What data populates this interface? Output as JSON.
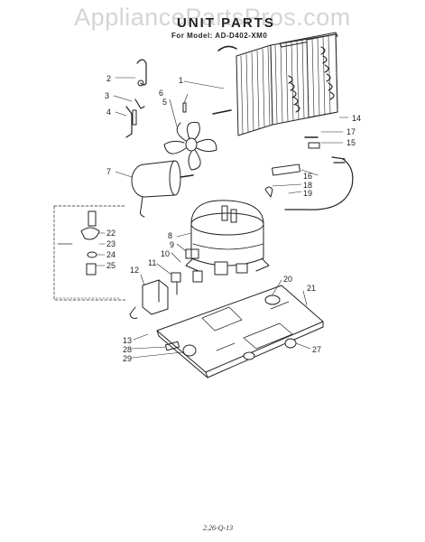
{
  "watermark": "AppliancePartsPros.com",
  "header": {
    "title": "UNIT PARTS",
    "model_line": "For Model: AD-D402-XM0"
  },
  "footer": {
    "code": "2.26-Q-13"
  },
  "callouts": [
    "1",
    "2",
    "3",
    "4",
    "5",
    "6",
    "7",
    "8",
    "9",
    "10",
    "11",
    "12",
    "13",
    "14",
    "15",
    "16",
    "17",
    "18",
    "19",
    "20",
    "21",
    "22",
    "23",
    "24",
    "25",
    "27",
    "28",
    "29"
  ],
  "colors": {
    "line": "#222222",
    "watermark": "#d4d4d4"
  }
}
